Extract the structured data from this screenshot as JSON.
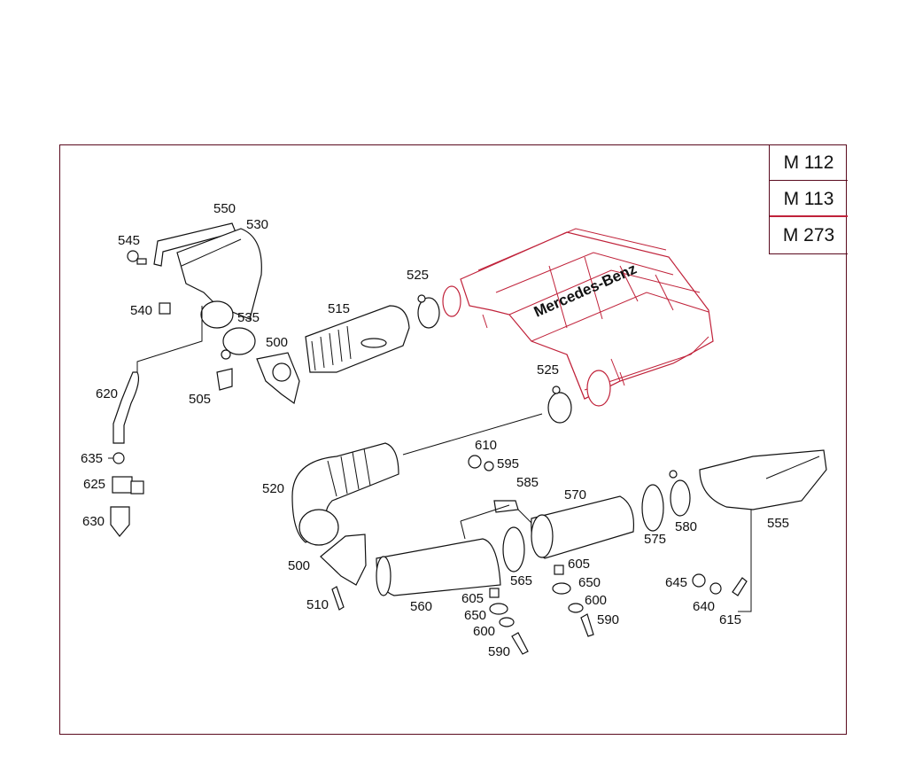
{
  "models": [
    "M 112",
    "M 113",
    "M 273"
  ],
  "brand_text": "Mercedes-Benz",
  "callouts": {
    "c550": "550",
    "c530": "530",
    "c545": "545",
    "c540": "540",
    "c535": "535",
    "c500a": "500",
    "c505": "505",
    "c515": "515",
    "c525a": "525",
    "c525b": "525",
    "c620": "620",
    "c635": "635",
    "c625": "625",
    "c630": "630",
    "c520": "520",
    "c610": "610",
    "c595": "595",
    "c585": "585",
    "c570": "570",
    "c575": "575",
    "c580": "580",
    "c555": "555",
    "c500b": "500",
    "c510": "510",
    "c560": "560",
    "c565": "565",
    "c605a": "605",
    "c650a": "650",
    "c600a": "600",
    "c590a": "590",
    "c605b": "605",
    "c650b": "650",
    "c600b": "600",
    "c590b": "590",
    "c645": "645",
    "c640": "640",
    "c615": "615"
  },
  "colors": {
    "frame": "#5a0a1e",
    "highlight": "#c0223a",
    "ink": "#111111"
  }
}
